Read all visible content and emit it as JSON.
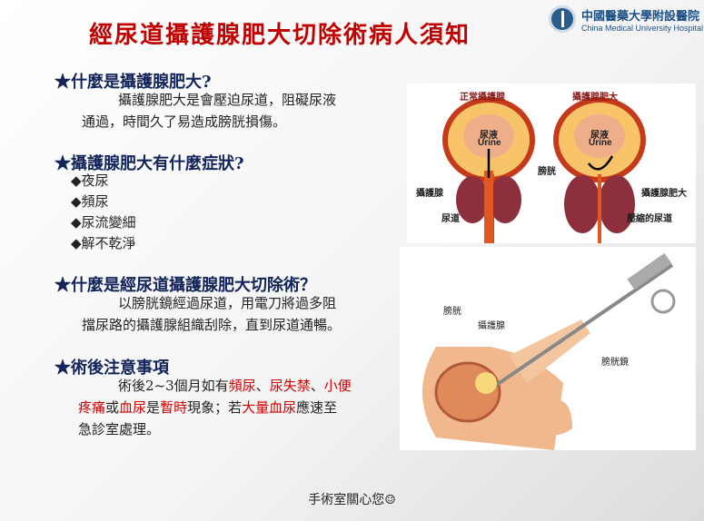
{
  "title": "經尿道攝護腺肥大切除術病人須知",
  "logo": {
    "zh": "中國醫藥大學附設醫院",
    "en": "China Medical University Hospital"
  },
  "sections": [
    {
      "heading": "★什麼是攝護腺肥大?",
      "body_lines": [
        "攝護腺肥大是會壓迫尿道，阻礙尿液",
        "通過，時間久了易造成膀胱損傷。"
      ]
    },
    {
      "heading": "★攝護腺肥大有什麼症狀?",
      "bullets": [
        "◆夜尿",
        "◆頻尿",
        "◆尿流變細",
        "◆解不乾淨"
      ]
    },
    {
      "heading": "★什麼是經尿道攝護腺肥大切除術？",
      "body_lines": [
        "以膀胱鏡經過尿道，用電刀將過多阻",
        "擋尿路的攝護腺組織刮除，直到尿道通暢。"
      ]
    },
    {
      "heading": "★術後注意事項",
      "rich": [
        "術後2~3個月如有",
        "頻尿",
        "、",
        "尿失禁",
        "、",
        "小便",
        "疼痛",
        "或",
        "血尿",
        "是",
        "暫時",
        "現象；若",
        "大量血尿",
        "應速至",
        "急診室處理。"
      ]
    }
  ],
  "figure1": {
    "normal": "正常攝護腺",
    "enlarged": "攝護腺肥大",
    "urine_zh": "尿液",
    "urine_en": "Urine",
    "bladder": "膀胱",
    "prostate": "攝護腺",
    "urethra": "尿道",
    "enlarged_prostate": "攝護腺肥大",
    "compressed_urethra": "壓縮的尿道"
  },
  "figure2": {
    "bladder": "膀胱",
    "prostate": "攝護腺",
    "cystoscope": "膀胱鏡"
  },
  "footer": "手術室關心您☺"
}
